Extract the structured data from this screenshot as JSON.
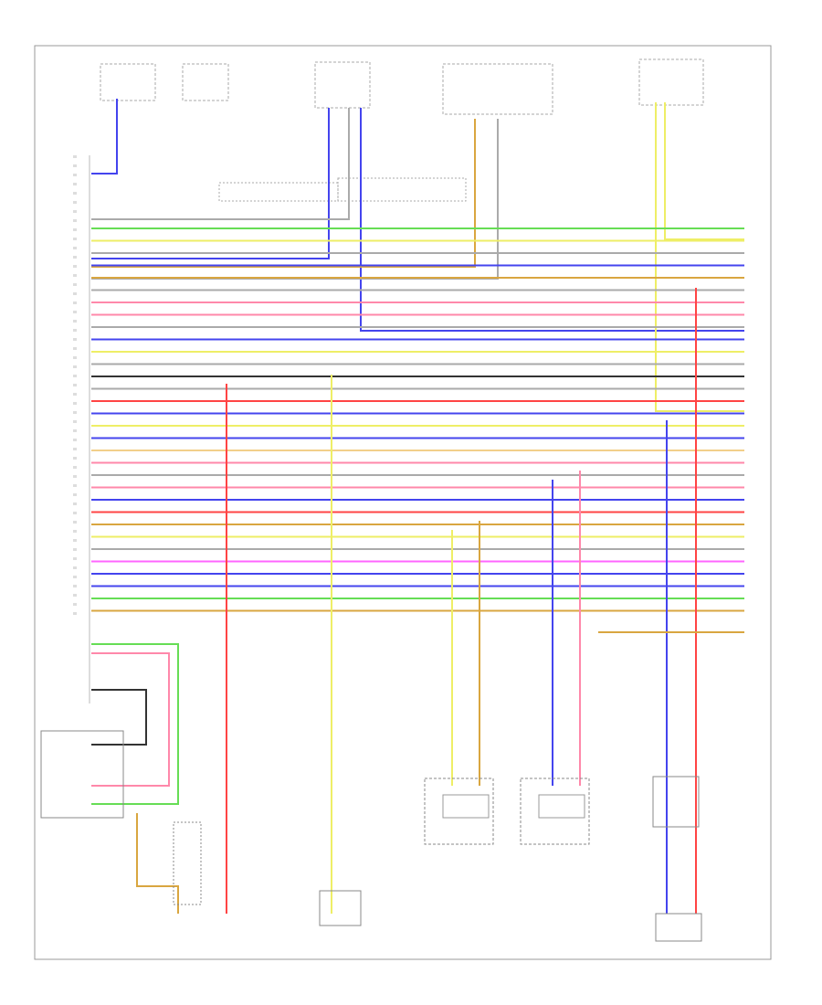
{
  "diagram": {
    "frame_label": "",
    "wire_colors": {
      "green": "#66dd55",
      "yellow": "#eeee66",
      "gray": "#aaaaaa",
      "blue": "#4444ee",
      "orange": "#d9a640",
      "pink": "#ff88aa",
      "magenta": "#ff66ff",
      "red": "#ff4444",
      "black": "#333333",
      "light_orange": "#f2cf8a"
    },
    "wires": [
      {
        "color": "green"
      },
      {
        "color": "yellow"
      },
      {
        "color": "gray"
      },
      {
        "color": "blue"
      },
      {
        "color": "orange"
      },
      {
        "color": "gray"
      },
      {
        "color": "pink"
      },
      {
        "color": "pink"
      },
      {
        "color": "gray"
      },
      {
        "color": "blue"
      },
      {
        "color": "yellow"
      },
      {
        "color": "gray"
      },
      {
        "color": "black"
      },
      {
        "color": "gray"
      },
      {
        "color": "red"
      },
      {
        "color": "blue"
      },
      {
        "color": "yellow"
      },
      {
        "color": "blue"
      },
      {
        "color": "light_orange"
      },
      {
        "color": "pink"
      },
      {
        "color": "gray"
      },
      {
        "color": "pink"
      },
      {
        "color": "blue"
      },
      {
        "color": "red"
      },
      {
        "color": "orange"
      },
      {
        "color": "yellow"
      },
      {
        "color": "gray"
      },
      {
        "color": "magenta"
      },
      {
        "color": "blue"
      },
      {
        "color": "blue"
      },
      {
        "color": "green"
      },
      {
        "color": "orange"
      }
    ]
  }
}
